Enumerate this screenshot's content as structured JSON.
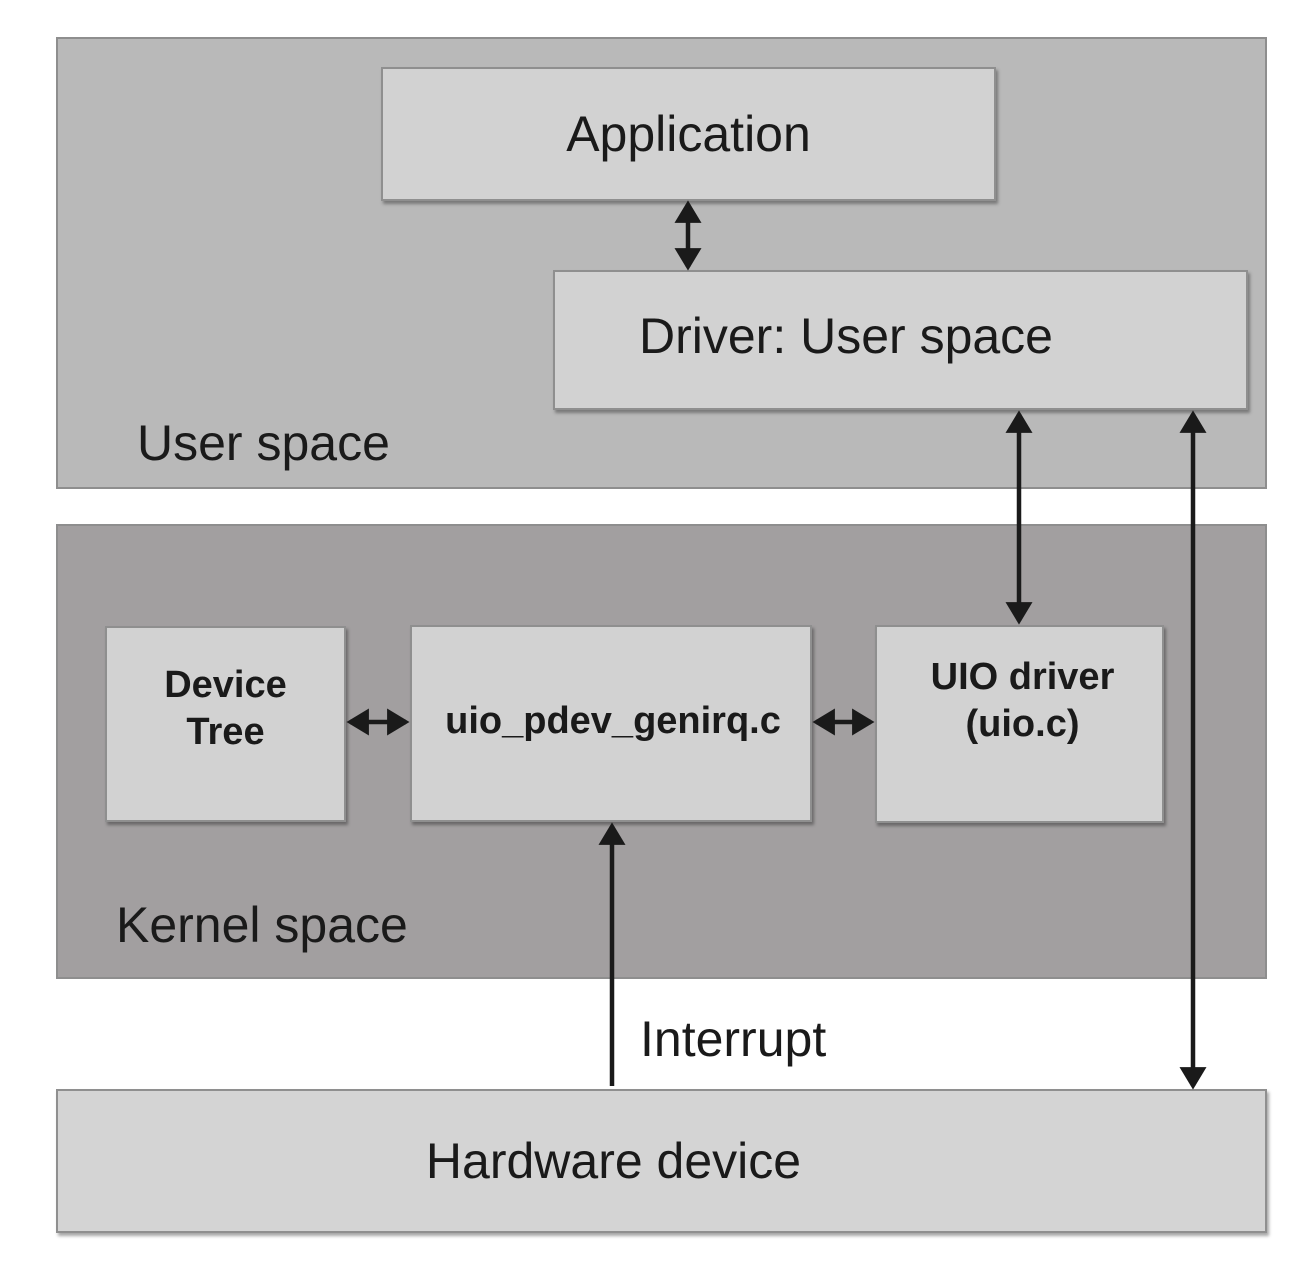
{
  "colors": {
    "user_space_bg": "#b9b9b9",
    "kernel_space_bg": "#a29fa0",
    "box_bg": "#d2d2d2",
    "hardware_bg": "#d4d4d4",
    "arrow": "#1a1a1a"
  },
  "regions": {
    "user_space": {
      "label": "User space"
    },
    "kernel_space": {
      "label": "Kernel space"
    }
  },
  "boxes": {
    "application": {
      "label": "Application"
    },
    "driver_user_space": {
      "label": "Driver: User space"
    },
    "device_tree": {
      "label": "Device\nTree"
    },
    "uio_pdev_genirq": {
      "label": "uio_pdev_genirq.c"
    },
    "uio_driver": {
      "label": "UIO driver\n(uio.c)"
    },
    "hardware_device": {
      "label": "Hardware device"
    }
  },
  "labels": {
    "interrupt": "Interrupt"
  },
  "connections": [
    {
      "from": "application",
      "to": "driver_user_space",
      "direction": "both"
    },
    {
      "from": "driver_user_space",
      "to": "uio_driver",
      "direction": "both"
    },
    {
      "from": "driver_user_space",
      "to": "hardware_device",
      "direction": "both"
    },
    {
      "from": "device_tree",
      "to": "uio_pdev_genirq",
      "direction": "both"
    },
    {
      "from": "uio_pdev_genirq",
      "to": "uio_driver",
      "direction": "both"
    },
    {
      "from": "hardware_device",
      "to": "uio_pdev_genirq",
      "direction": "forward",
      "label": "Interrupt"
    }
  ]
}
